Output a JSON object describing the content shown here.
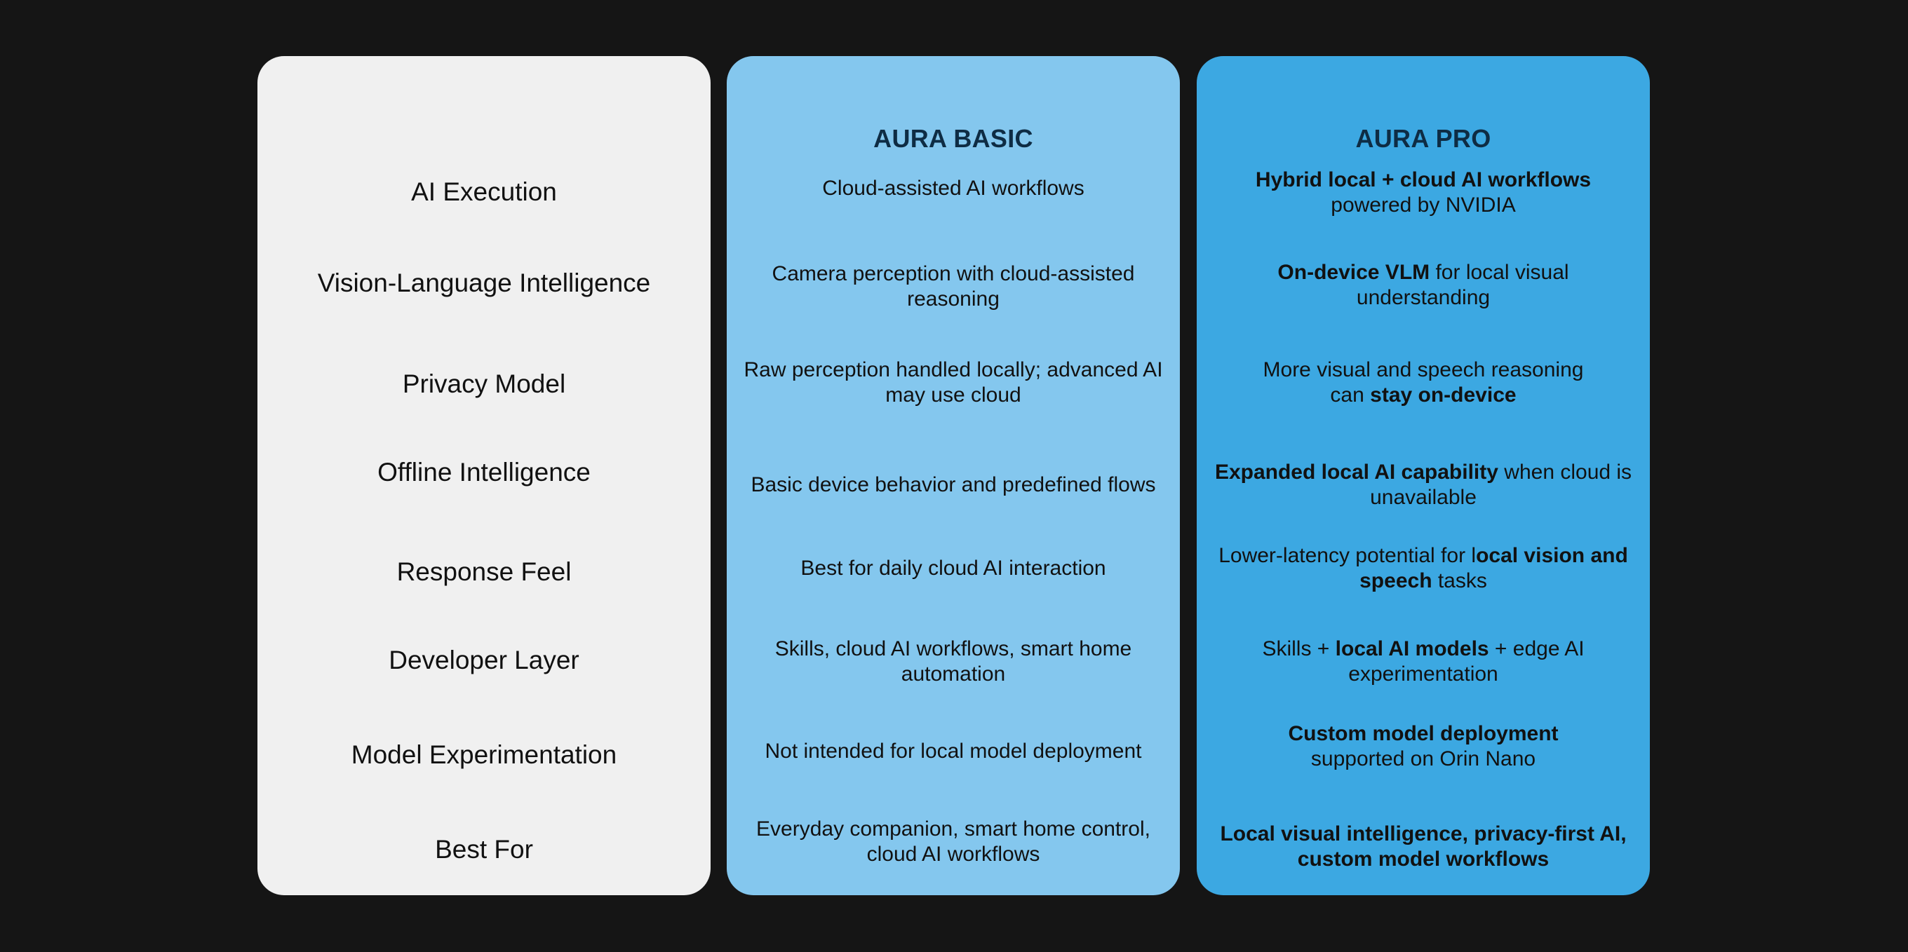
{
  "columns": {
    "basic": {
      "title": "AURA BASIC"
    },
    "pro": {
      "title": "AURA PRO"
    }
  },
  "rows": [
    {
      "label": "AI Execution",
      "basic": "Cloud-assisted AI workflows",
      "pro": {
        "strong": "Hybrid local + cloud AI workflows",
        "rest": " powered by NVIDIA"
      }
    },
    {
      "label": "Vision-Language Intelligence",
      "basic": "Camera perception with cloud-assisted reasoning",
      "pro": {
        "strong": "On-device VLM",
        "rest": " for local visual understanding"
      }
    },
    {
      "label": "Privacy Model",
      "basic": "Raw perception handled locally; advanced AI may use cloud",
      "pro": {
        "lead": "More visual and speech reasoning can ",
        "strong": "stay on-device"
      }
    },
    {
      "label": "Offline Intelligence",
      "basic": "Basic device behavior and predefined flows",
      "pro": {
        "strong": "Expanded local AI capability",
        "rest": " when cloud is unavailable"
      }
    },
    {
      "label": "Response Feel",
      "basic": "Best for daily cloud AI interaction",
      "pro": {
        "lead": "Lower-latency potential for l",
        "strong": "ocal vision and speech",
        "rest": " tasks"
      }
    },
    {
      "label": "Developer Layer",
      "basic": "Skills, cloud AI workflows, smart home automation",
      "pro": {
        "lead": "Skills + ",
        "strong": "local AI models",
        "rest": " + edge AI experimentation"
      }
    },
    {
      "label": "Model Experimentation",
      "basic": "Not intended for local model deployment",
      "pro": {
        "strong": "Custom model deployment",
        "rest": " supported on Orin Nano"
      }
    },
    {
      "label": "Best For",
      "basic": "Everyday companion, smart home control, cloud AI workflows",
      "pro": {
        "strong": "Local visual intelligence, privacy-first AI, custom model workflows"
      }
    }
  ],
  "colors": {
    "background": "#151515",
    "labels_card": "#f0f0f0",
    "basic_card": "#84c7ee",
    "pro_card": "#3ca8e2",
    "header_text": "#0e2c44"
  }
}
